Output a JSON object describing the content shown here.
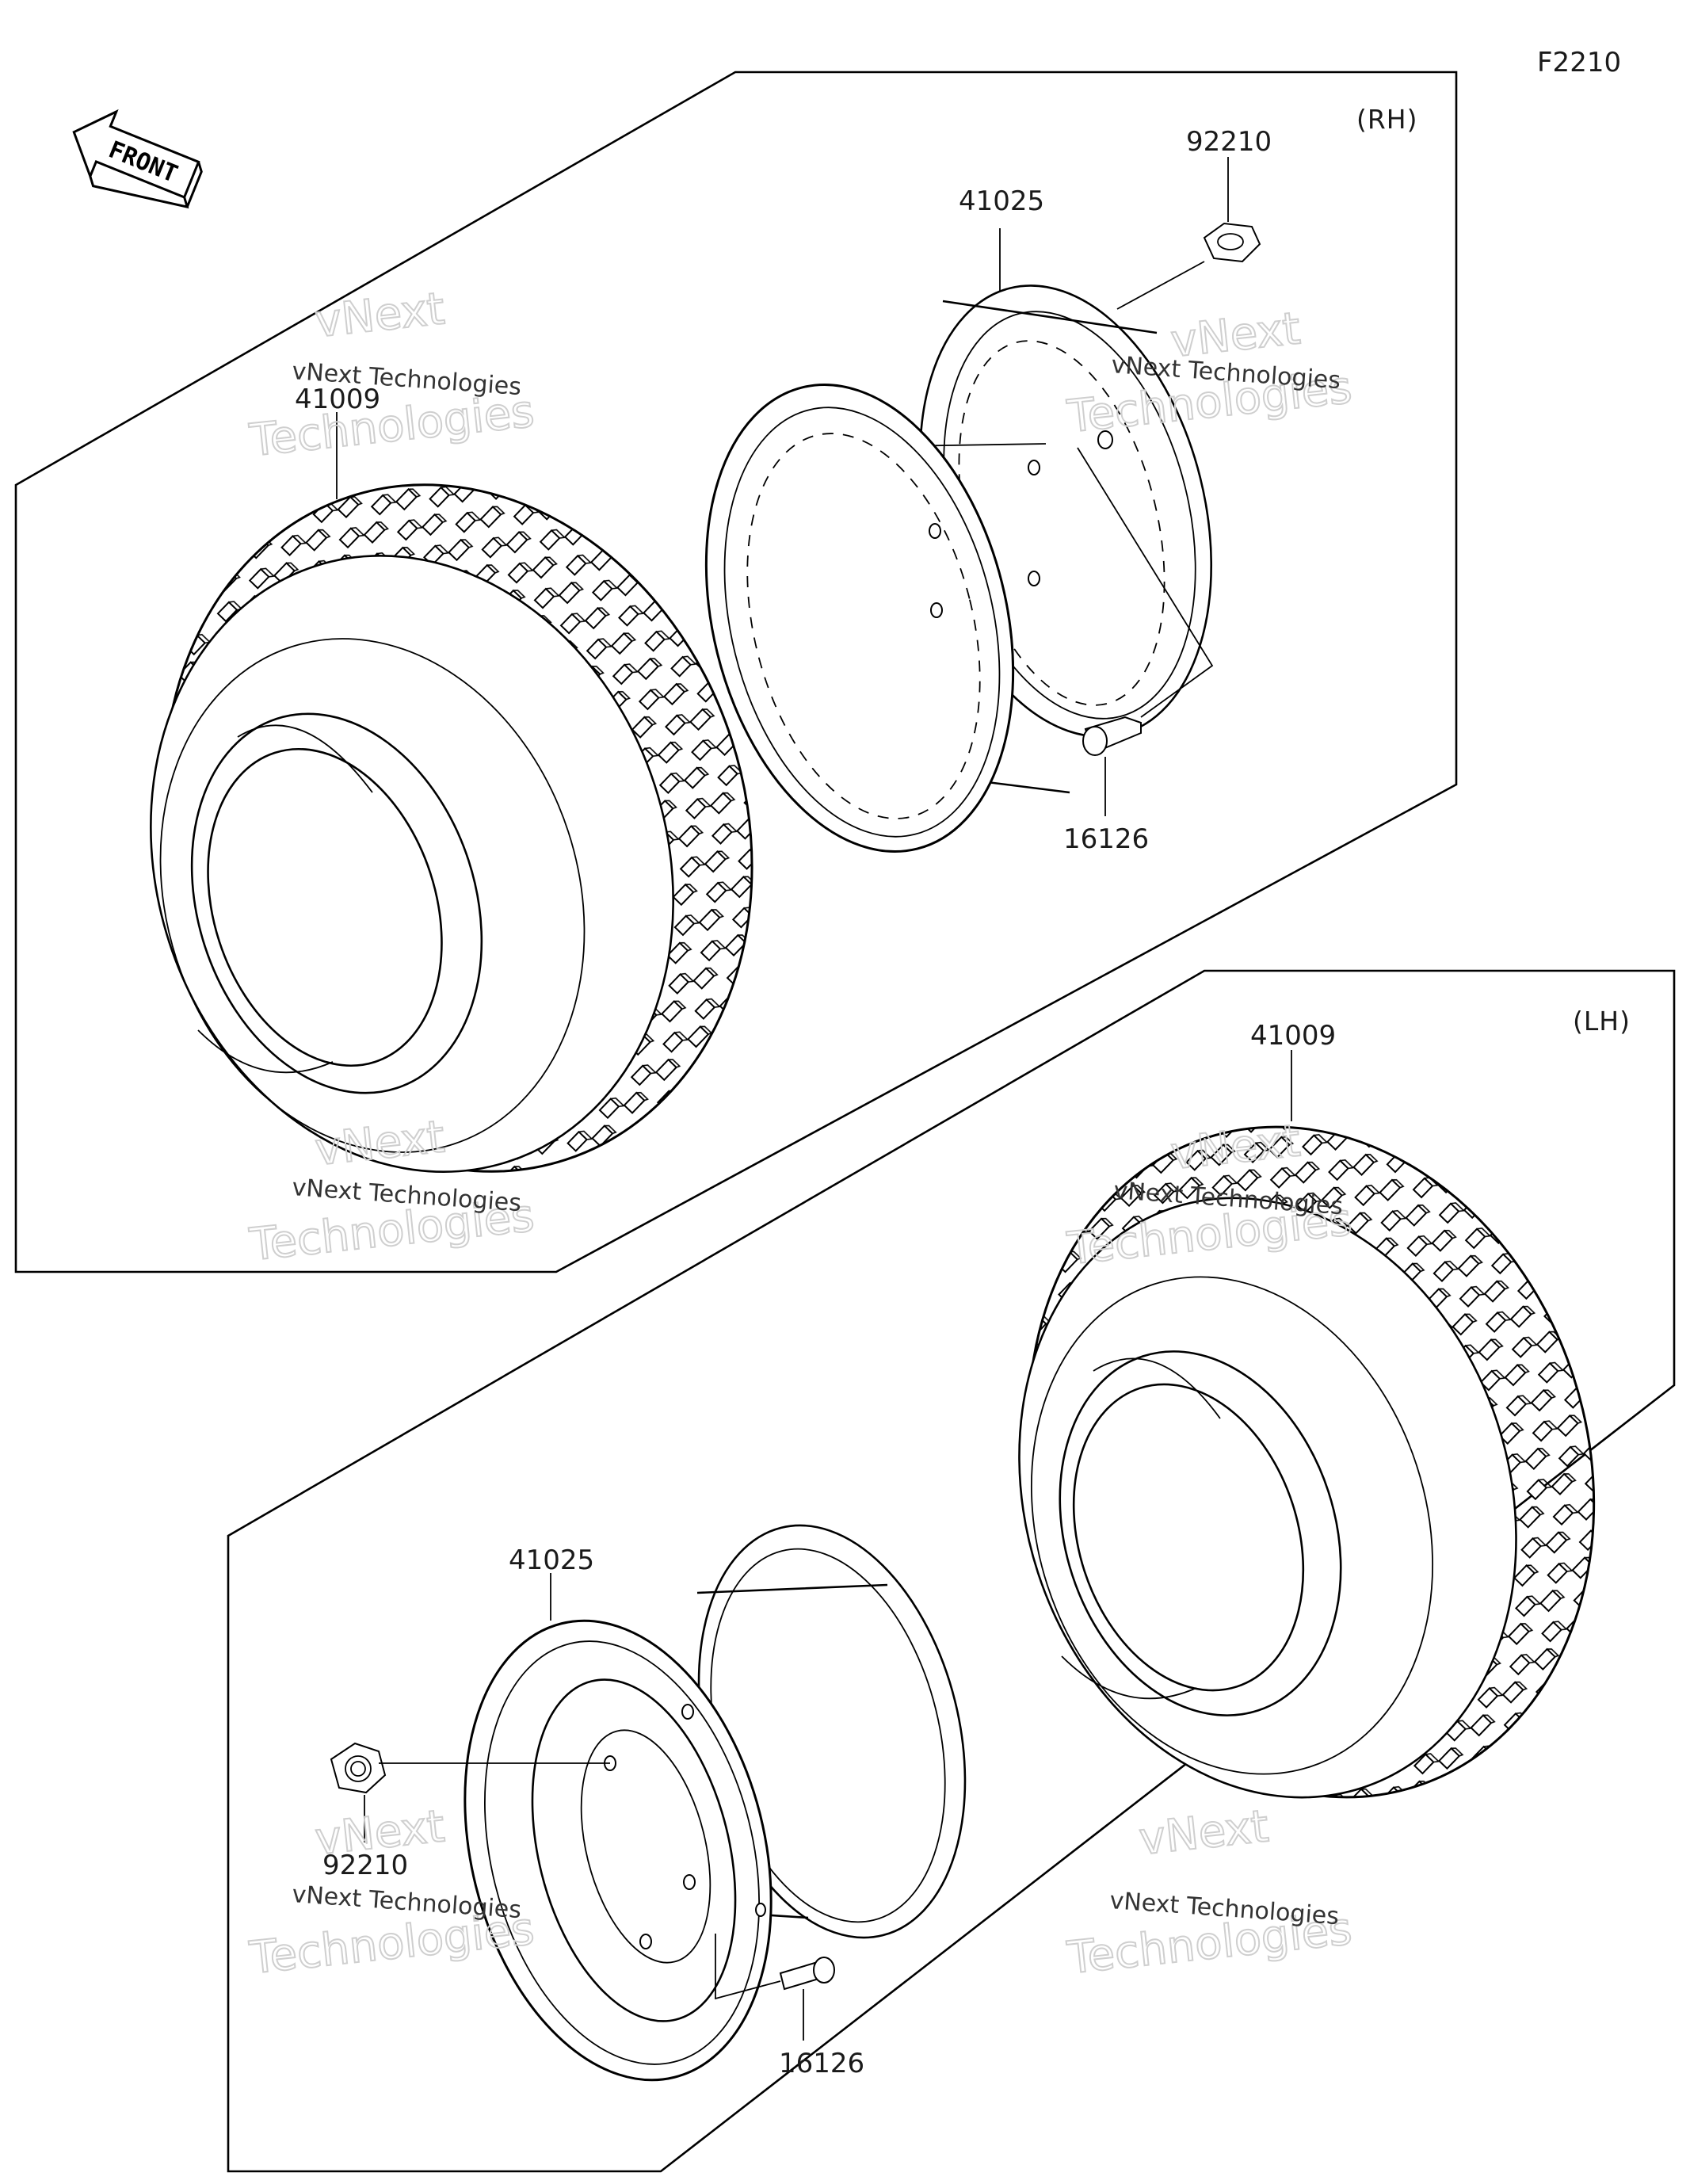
{
  "figure_id": "F2210",
  "front_arrow": {
    "text": "FRONT"
  },
  "groups": {
    "rh": {
      "tag": "(RH)"
    },
    "lh": {
      "tag": "(LH)"
    }
  },
  "parts": {
    "rh_tire": "41009",
    "rh_wheel": "41025",
    "rh_nut": "92210",
    "rh_valve": "16126",
    "lh_tire": "41009",
    "lh_wheel": "41025",
    "lh_nut": "92210",
    "lh_valve": "16126"
  },
  "watermark": {
    "line1": "vNext Technologies",
    "line2a": "vNext",
    "line2b": "Technologies"
  },
  "colors": {
    "line": "#000000",
    "background": "#ffffff",
    "watermark": "#cfcfcf"
  }
}
